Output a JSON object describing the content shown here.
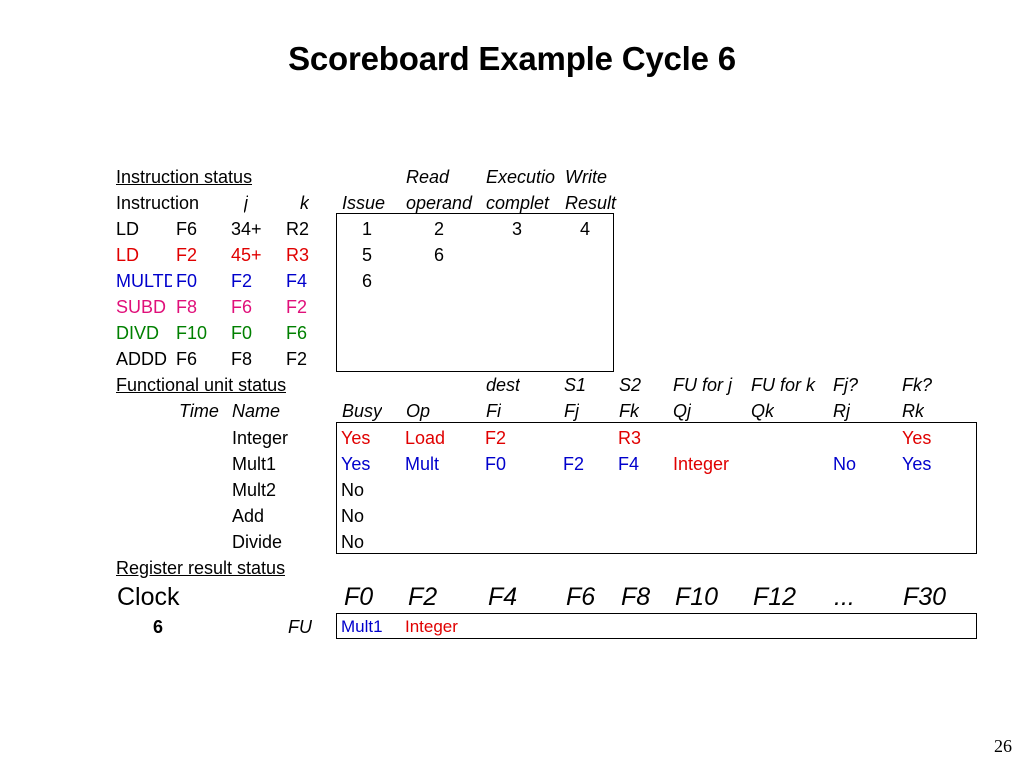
{
  "title": "Scoreboard Example Cycle 6",
  "page_number": "26",
  "colors": {
    "ld2": "#e00000",
    "mult": "#0000cc",
    "subd": "#e0107a",
    "divd": "#008000",
    "black": "#000000"
  },
  "instr": {
    "section_title": "Instruction status",
    "head1": {
      "read": "Read",
      "exec": "Executio",
      "write": "Write"
    },
    "head2": {
      "instruction": "Instruction",
      "j": "j",
      "k": "k",
      "issue": "Issue",
      "read": "operand",
      "exec": "complet",
      "write": "Result"
    },
    "rows": [
      {
        "op": "LD",
        "dest": "F6",
        "j": "34+",
        "k": "R2",
        "issue": "1",
        "read": "2",
        "exec": "3",
        "write": "4"
      },
      {
        "op": "LD",
        "dest": "F2",
        "j": "45+",
        "k": "R3",
        "issue": "5",
        "read": "6",
        "exec": "",
        "write": ""
      },
      {
        "op": "MULTD",
        "dest": "F0",
        "j": "F2",
        "k": "F4",
        "issue": "6",
        "read": "",
        "exec": "",
        "write": ""
      },
      {
        "op": "SUBD",
        "dest": "F8",
        "j": "F6",
        "k": "F2",
        "issue": "",
        "read": "",
        "exec": "",
        "write": ""
      },
      {
        "op": "DIVD",
        "dest": "F10",
        "j": "F0",
        "k": "F6",
        "issue": "",
        "read": "",
        "exec": "",
        "write": ""
      },
      {
        "op": "ADDD",
        "dest": "F6",
        "j": "F8",
        "k": "F2",
        "issue": "",
        "read": "",
        "exec": "",
        "write": ""
      }
    ]
  },
  "fu": {
    "section_title": "Functional unit status",
    "head1": {
      "dest": "dest",
      "s1": "S1",
      "s2": "S2",
      "fuj": "FU for j",
      "fuk": "FU for k",
      "fjq": "Fj?",
      "fkq": "Fk?"
    },
    "head2": {
      "time": "Time",
      "name": "Name",
      "busy": "Busy",
      "op": "Op",
      "fi": "Fi",
      "fj": "Fj",
      "fk": "Fk",
      "qj": "Qj",
      "qk": "Qk",
      "rj": "Rj",
      "rk": "Rk"
    },
    "rows": [
      {
        "name": "Integer",
        "busy": "Yes",
        "op": "Load",
        "fi": "F2",
        "fj": "",
        "fk": "R3",
        "qj": "",
        "qk": "",
        "rj": "",
        "rk": "Yes"
      },
      {
        "name": "Mult1",
        "busy": "Yes",
        "op": "Mult",
        "fi": "F0",
        "fj": "F2",
        "fk": "F4",
        "qj": "Integer",
        "qk": "",
        "rj": "No",
        "rk": "Yes"
      },
      {
        "name": "Mult2",
        "busy": "No",
        "op": "",
        "fi": "",
        "fj": "",
        "fk": "",
        "qj": "",
        "qk": "",
        "rj": "",
        "rk": ""
      },
      {
        "name": "Add",
        "busy": "No",
        "op": "",
        "fi": "",
        "fj": "",
        "fk": "",
        "qj": "",
        "qk": "",
        "rj": "",
        "rk": ""
      },
      {
        "name": "Divide",
        "busy": "No",
        "op": "",
        "fi": "",
        "fj": "",
        "fk": "",
        "qj": "",
        "qk": "",
        "rj": "",
        "rk": ""
      }
    ]
  },
  "reg": {
    "section_title": "Register result status",
    "clock_label": "Clock",
    "clock_value": "6",
    "fu_label": "FU",
    "registers": [
      "F0",
      "F2",
      "F4",
      "F6",
      "F8",
      "F10",
      "F12",
      "...",
      "F30"
    ],
    "fu_values": [
      "Mult1",
      "Integer"
    ]
  }
}
